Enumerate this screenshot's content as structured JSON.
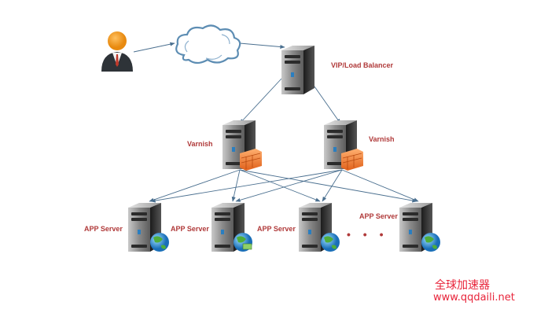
{
  "diagram": {
    "nodes": {
      "user": {
        "label": "",
        "icon": "user-icon"
      },
      "internet": {
        "label": "",
        "icon": "cloud-icon"
      },
      "load_balancer": {
        "label": "VIP/Load Balancer",
        "icon": "server-icon"
      },
      "varnish_1": {
        "label": "Varnish",
        "icon": "server-icon",
        "badge": "firewall-icon"
      },
      "varnish_2": {
        "label": "Varnish",
        "icon": "server-icon",
        "badge": "firewall-icon"
      },
      "app_1": {
        "label": "APP Server",
        "icon": "server-icon",
        "badge": "globe-icon"
      },
      "app_2": {
        "label": "APP Server",
        "icon": "server-icon",
        "badge": "globe-icon"
      },
      "app_3": {
        "label": "APP Server",
        "icon": "server-icon",
        "badge": "globe-icon"
      },
      "app_4": {
        "label": "APP Server",
        "icon": "server-icon",
        "badge": "globe-icon"
      }
    },
    "ellipsis": "• • •",
    "edges": [
      [
        "user",
        "internet"
      ],
      [
        "internet",
        "load_balancer"
      ],
      [
        "load_balancer",
        "varnish_1"
      ],
      [
        "load_balancer",
        "varnish_2"
      ],
      [
        "varnish_1",
        "app_1"
      ],
      [
        "varnish_1",
        "app_2"
      ],
      [
        "varnish_1",
        "app_3"
      ],
      [
        "varnish_1",
        "app_4"
      ],
      [
        "varnish_2",
        "app_1"
      ],
      [
        "varnish_2",
        "app_2"
      ],
      [
        "varnish_2",
        "app_3"
      ],
      [
        "varnish_2",
        "app_4"
      ]
    ],
    "colors": {
      "label": "#b03a3a",
      "edge": "#4a6f8f",
      "watermark": "#e8243a"
    }
  },
  "watermark": {
    "line1": "全球加速器",
    "line2": "www.qqdaili.net"
  }
}
